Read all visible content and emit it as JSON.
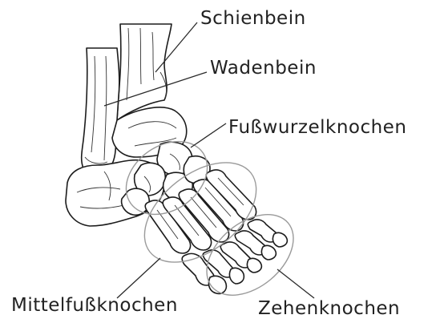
{
  "labels": {
    "tibia": "Schienbein",
    "fibula": "Wadenbein",
    "tarsals": "Fußwurzelknochen",
    "metatarsals": "Mittelfußknochen",
    "phalanges": "Zehenknochen"
  },
  "colors": {
    "ink": "#1c1c1c",
    "region_outline": "#9a9a9a",
    "background": "#ffffff"
  }
}
